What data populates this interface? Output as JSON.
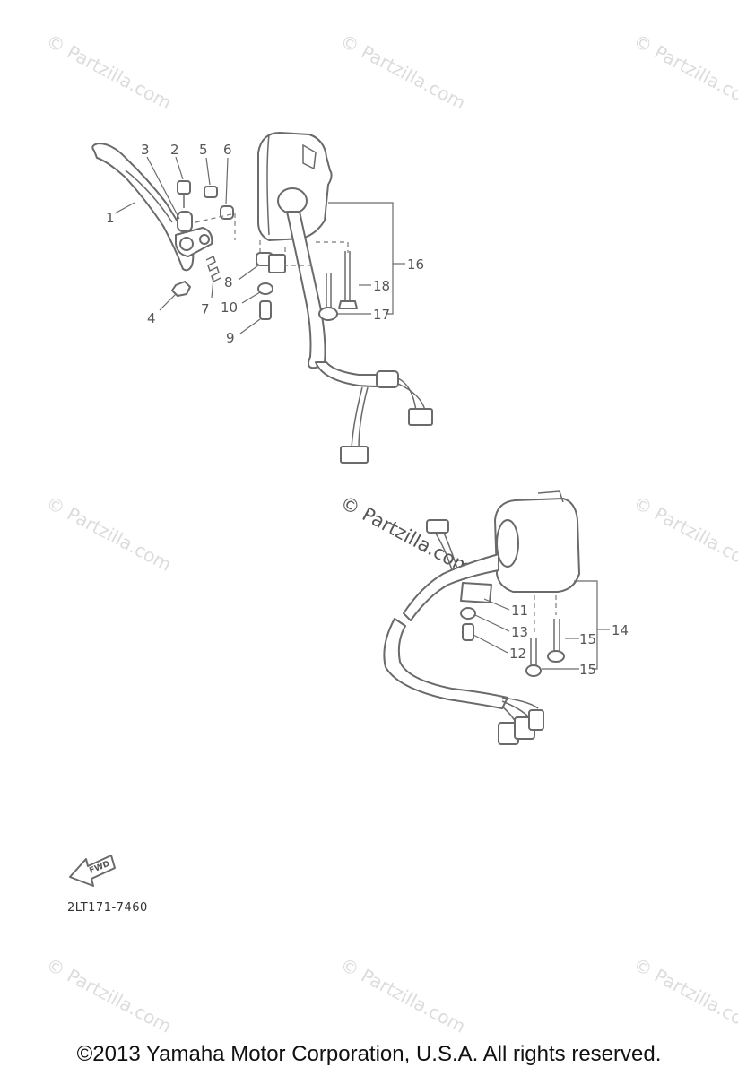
{
  "diagram": {
    "callouts": {
      "c1": "1",
      "c2": "2",
      "c3": "3",
      "c4": "4",
      "c5": "5",
      "c6": "6",
      "c7": "7",
      "c8": "8",
      "c9": "9",
      "c10": "10",
      "c11": "11",
      "c12": "12",
      "c13": "13",
      "c14": "14",
      "c15a": "15",
      "c15b": "15",
      "c16": "16",
      "c17": "17",
      "c18": "18"
    },
    "fwd_label": "FWD",
    "drawing_code": "2LT171-7460",
    "watermark": "© Partzilla.com",
    "copyright": "©2013  Yamaha Motor Corporation, U.S.A. All rights reserved.",
    "colors": {
      "line": "#6a6a6a",
      "watermark": "#dcdcdc",
      "text": "#111111"
    }
  }
}
